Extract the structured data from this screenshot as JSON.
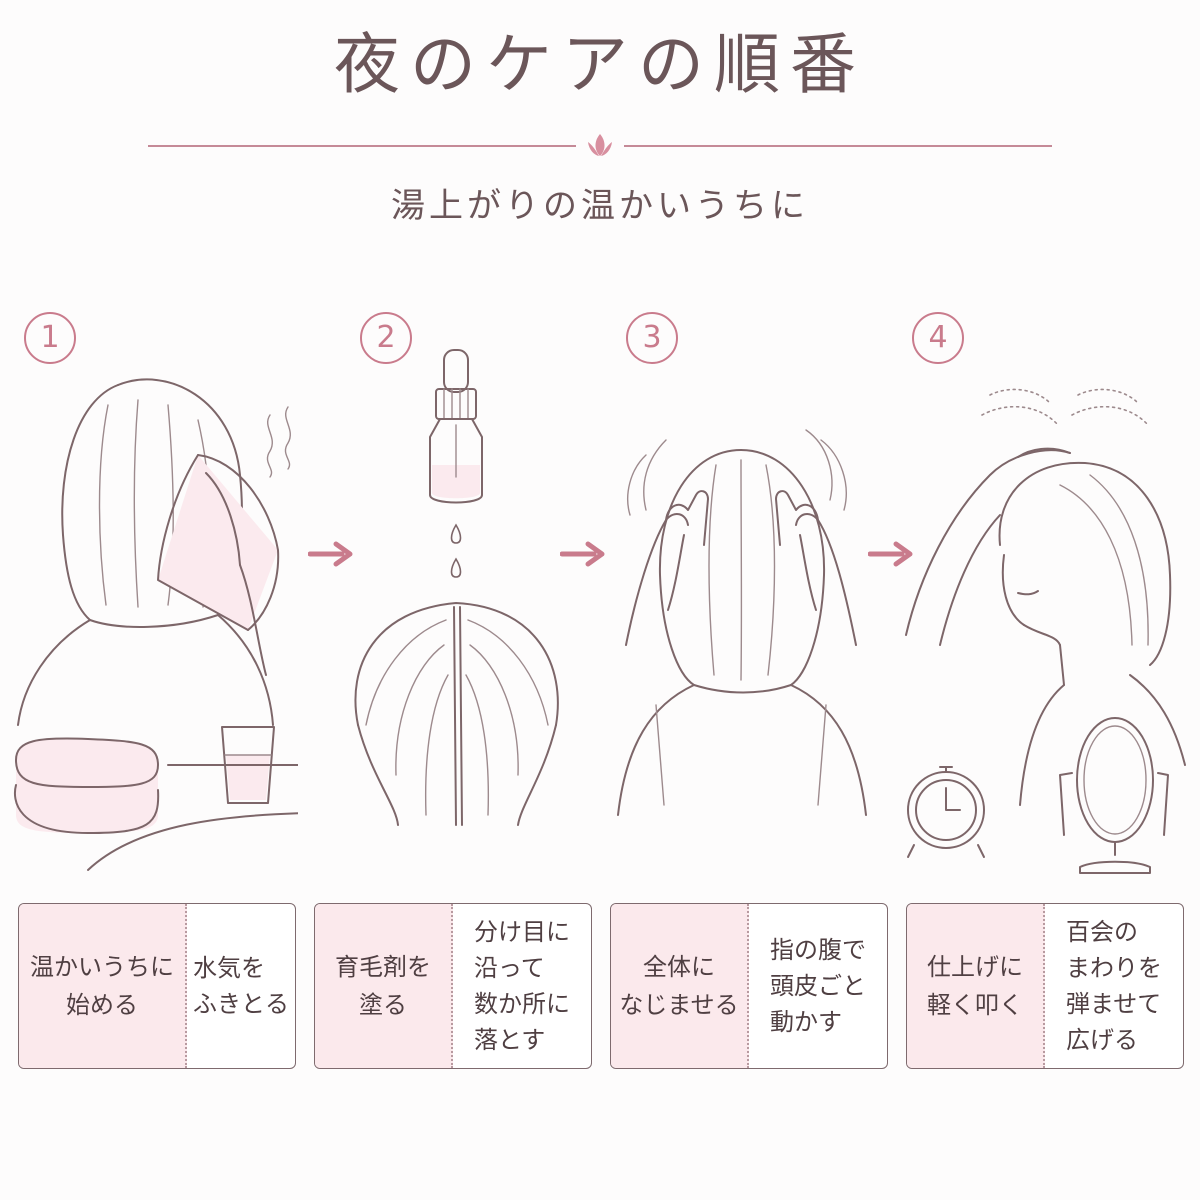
{
  "title": "夜のケアの順番",
  "subtitle": "湯上がりの温かいうちに",
  "colors": {
    "accent": "#c97b8c",
    "line": "#7d6669",
    "card_fill": "#fbe9ec"
  },
  "steps": [
    {
      "number": "1",
      "action": "温かいうちに\n始める",
      "detail": "水気を\nふきとる"
    },
    {
      "number": "2",
      "action": "育毛剤を\n塗る",
      "detail": "分け目に\n沿って\n数か所に\n落とす"
    },
    {
      "number": "3",
      "action": "全体に\nなじませる",
      "detail": "指の腹で\n頭皮ごと\n動かす"
    },
    {
      "number": "4",
      "action": "仕上げに\n軽く叩く",
      "detail": "百会の\nまわりを\n弾ませて\n広げる"
    }
  ]
}
